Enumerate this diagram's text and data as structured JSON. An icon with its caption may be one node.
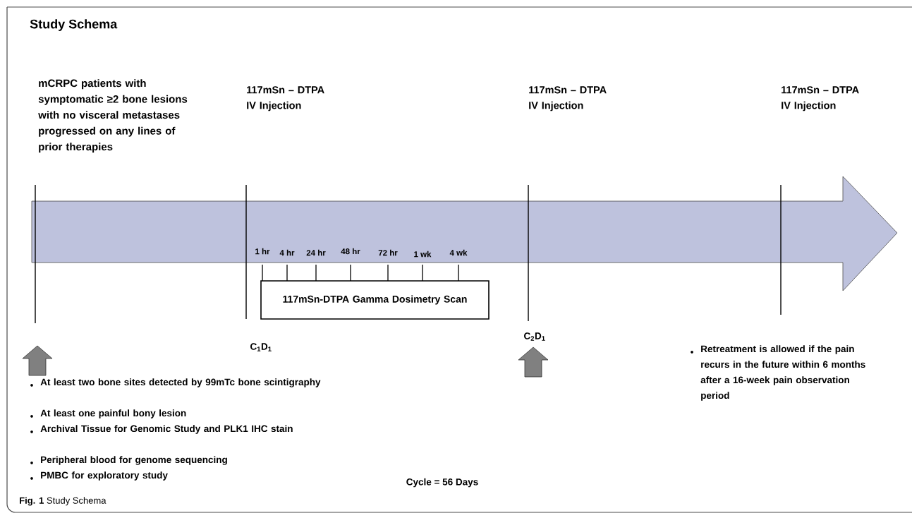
{
  "diagram": {
    "title": "Study Schema",
    "caption": "**Fig. 1** Study Schema",
    "nodes": [
      {
        "text": [
          "117mSn-DTPA Gamma Dosimetry Scan"
        ]
      }
    ],
    "labels": [
      "mCRPC patients with symptomatic ≥2 bone lesions with no visceral metastases progressed on any lines of prior therapies",
      "117mSn – DTPA IV Injection",
      "117mSn – DTPA IV Injection",
      "117mSn – DTPA IV Injection",
      "1 hr",
      "4 hr",
      "24 hr",
      "48 hr",
      "72 hr",
      "1 wk",
      "4 wk",
      "C$_{1}$D$_{1}$",
      "C$_{2}$D$_{1}$",
      "Retreatment is allowed if the pain recurs in the future within 6 months after a 16-week pain observation period",
      "At least two bone sites detected by 99mTc bone scintigraphy",
      "At least one painful bony lesion",
      "Archival Tissue for Genomic Study and PLK1 IHC stain",
      "Peripheral blood for genome sequencing",
      "PMBC for exploratory study",
      "Cycle = 56 Days"
    ]
  }
}
